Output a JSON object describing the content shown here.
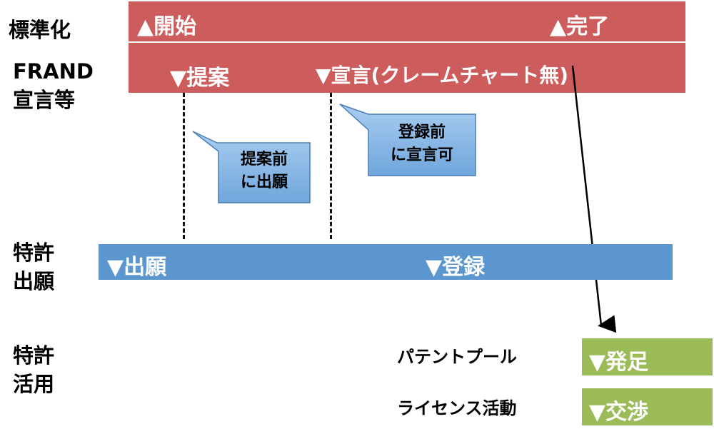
{
  "rows": {
    "standardization": "標準化",
    "frand": "FRAND\n宣言等",
    "patent_filing": "特許\n出願",
    "patent_use": "特許\n活用"
  },
  "standardization_band": {
    "start": "▲開始",
    "complete": "▲完了"
  },
  "frand_band": {
    "proposal": "▼提案",
    "declaration": "▼宣言(クレームチャート無)"
  },
  "callouts": {
    "before_proposal": "提案前\nに出願",
    "before_registration": "登録前\nに宣言可"
  },
  "patent_band": {
    "filing": "▼出願",
    "registration": "▼登録"
  },
  "patent_use": {
    "patent_pool_label": "パテントプール",
    "licensing_label": "ライセンス活動",
    "launch": "▼発足",
    "negotiation": "▼交渉"
  },
  "colors": {
    "standard_band": "#cd5c5c",
    "patent_band": "#5b96cf",
    "use_band": "#9bbb59",
    "callout_fill": "#8fbde9"
  }
}
